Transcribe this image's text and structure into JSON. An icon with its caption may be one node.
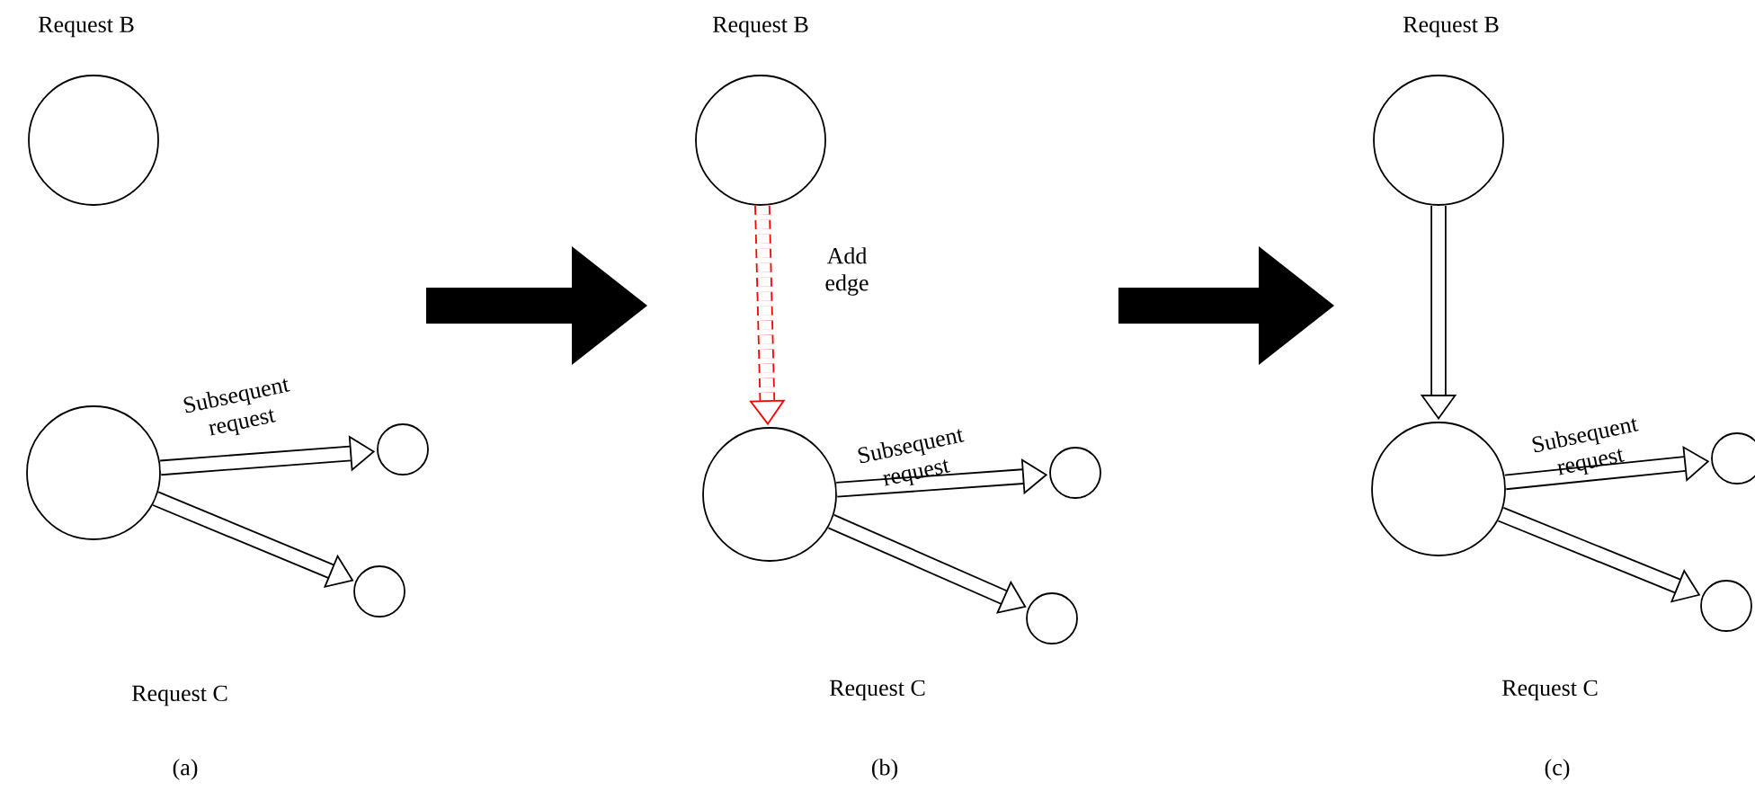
{
  "diagram": {
    "nodes": [
      {
        "text": [
          "Request B"
        ]
      },
      {
        "text": [],
        "shape": "circle"
      },
      {
        "text": [],
        "shape": "circle"
      },
      {
        "text": [],
        "shape": "circle"
      },
      {
        "text": [
          "Request B"
        ]
      },
      {
        "text": [],
        "shape": "circle"
      },
      {
        "text": [],
        "shape": "circle"
      },
      {
        "text": [],
        "shape": "circle"
      },
      {
        "text": [
          "Request B"
        ]
      },
      {
        "text": [],
        "shape": "circle"
      },
      {
        "text": [],
        "shape": "circle"
      },
      {
        "text": [],
        "shape": "circle"
      }
    ],
    "edges": [
      {
        "from": 1,
        "to": 2,
        "arrow": "to",
        "label": "Subsequent request"
      },
      {
        "from": 1,
        "to": 3,
        "arrow": "to"
      },
      {
        "from": 4,
        "to": 5,
        "arrow": "to",
        "label": "Add edge",
        "style": "dashed",
        "color": "#ff0000"
      },
      {
        "from": 5,
        "to": 6,
        "arrow": "to",
        "label": "Subsequent request"
      },
      {
        "from": 5,
        "to": 7,
        "arrow": "to"
      },
      {
        "from": 8,
        "to": 9,
        "arrow": "to"
      },
      {
        "from": 9,
        "to": 10,
        "arrow": "to",
        "label": "Subsequent request"
      },
      {
        "from": 9,
        "to": 11,
        "arrow": "to"
      }
    ],
    "labels": [
      "Request C",
      "Request C",
      "Request C",
      "(a)",
      "(b)",
      "(c)"
    ]
  }
}
